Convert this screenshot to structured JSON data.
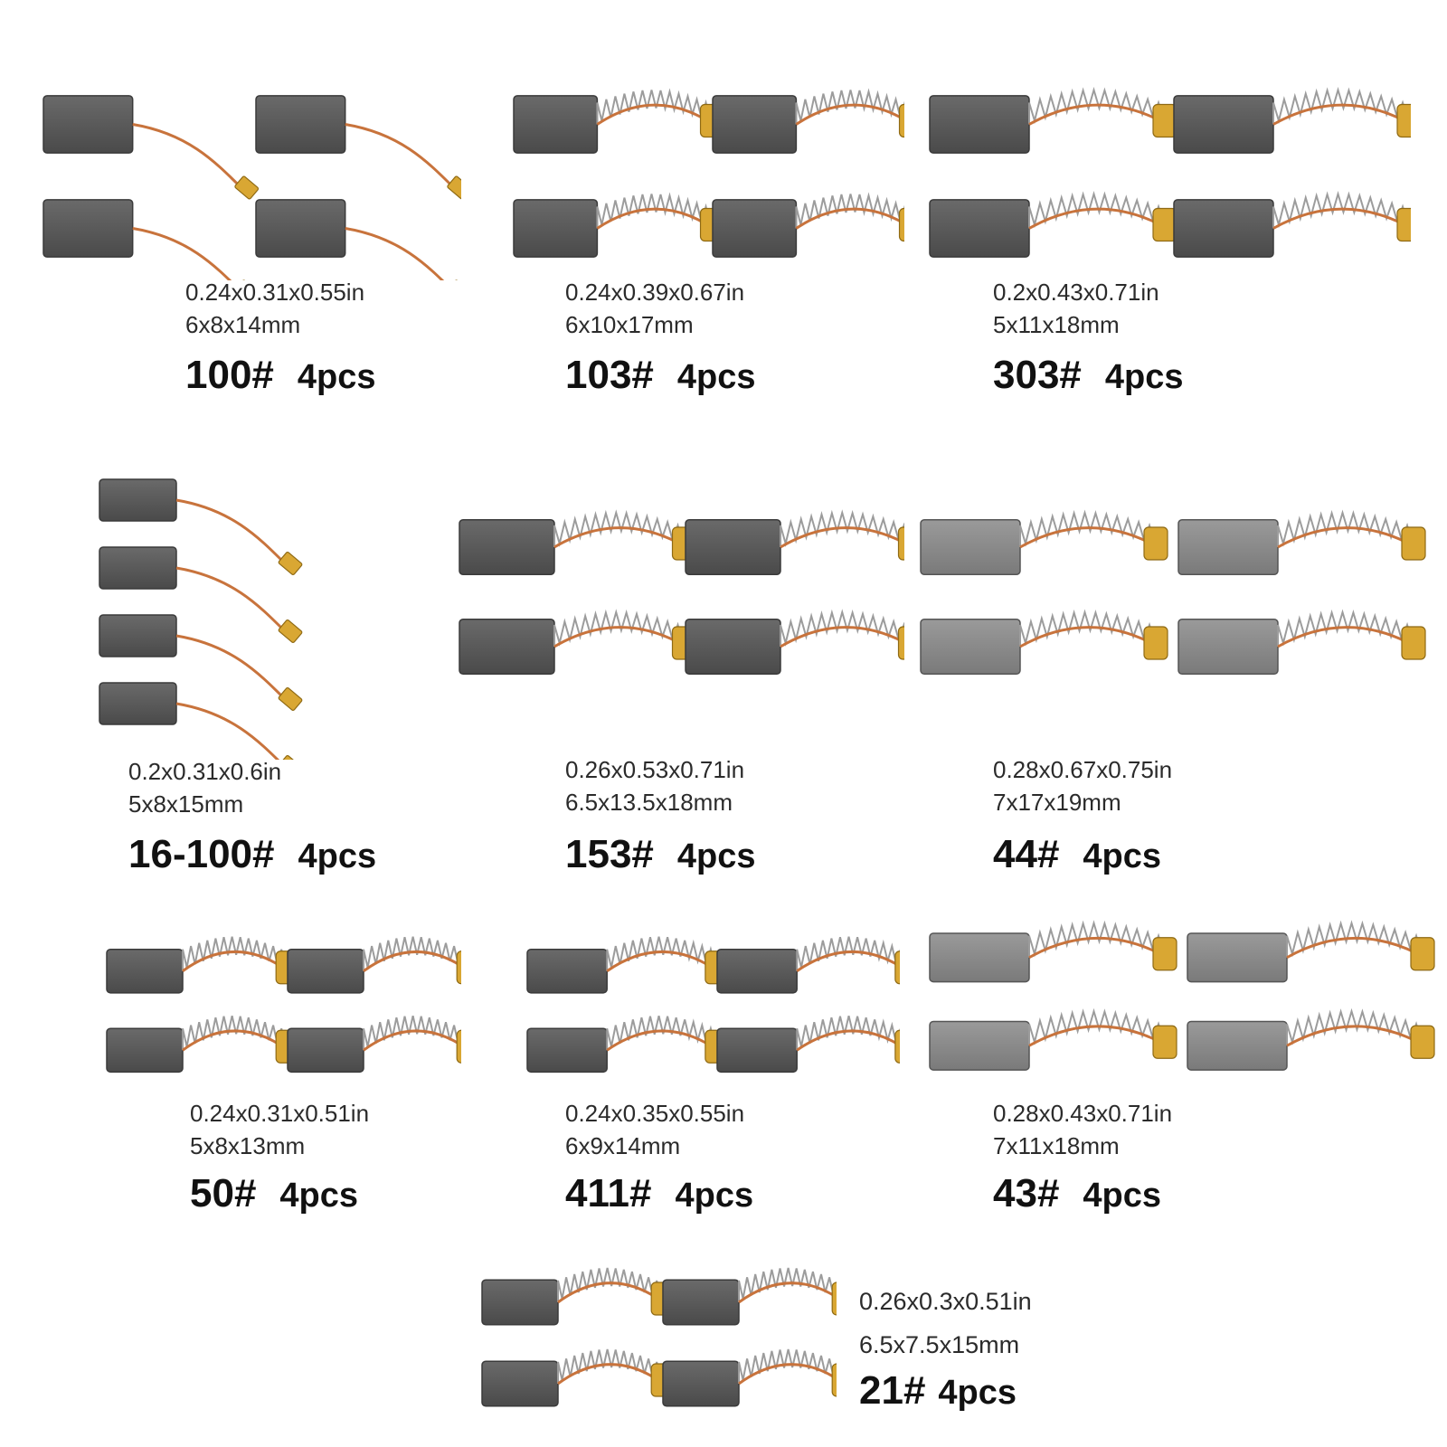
{
  "items": [
    {
      "inch": "0.24x0.31x0.55in",
      "mm": "6x8x14mm",
      "code": "100#",
      "qty": "4pcs",
      "style": "wire"
    },
    {
      "inch": "0.24x0.39x0.67in",
      "mm": "6x10x17mm",
      "code": "103#",
      "qty": "4pcs",
      "style": "spring"
    },
    {
      "inch": "0.2x0.43x0.71in",
      "mm": "5x11x18mm",
      "code": "303#",
      "qty": "4pcs",
      "style": "spring"
    },
    {
      "inch": "0.2x0.31x0.6in",
      "mm": "5x8x15mm",
      "code": "16-100#",
      "qty": "4pcs",
      "style": "wire"
    },
    {
      "inch": "0.26x0.53x0.71in",
      "mm": "6.5x13.5x18mm",
      "code": "153#",
      "qty": "4pcs",
      "style": "spring"
    },
    {
      "inch": "0.28x0.67x0.75in",
      "mm": "7x17x19mm",
      "code": "44#",
      "qty": "4pcs",
      "style": "spring-light"
    },
    {
      "inch": "0.24x0.31x0.51in",
      "mm": "5x8x13mm",
      "code": "50#",
      "qty": "4pcs",
      "style": "spring"
    },
    {
      "inch": "0.24x0.35x0.55in",
      "mm": "6x9x14mm",
      "code": "411#",
      "qty": "4pcs",
      "style": "spring"
    },
    {
      "inch": "0.28x0.43x0.71in",
      "mm": "7x11x18mm",
      "code": "43#",
      "qty": "4pcs",
      "style": "spring-light"
    },
    {
      "inch": "0.26x0.3x0.51in",
      "mm": "6.5x7.5x15mm",
      "code": "21#",
      "qty": "4pcs",
      "style": "spring"
    }
  ]
}
